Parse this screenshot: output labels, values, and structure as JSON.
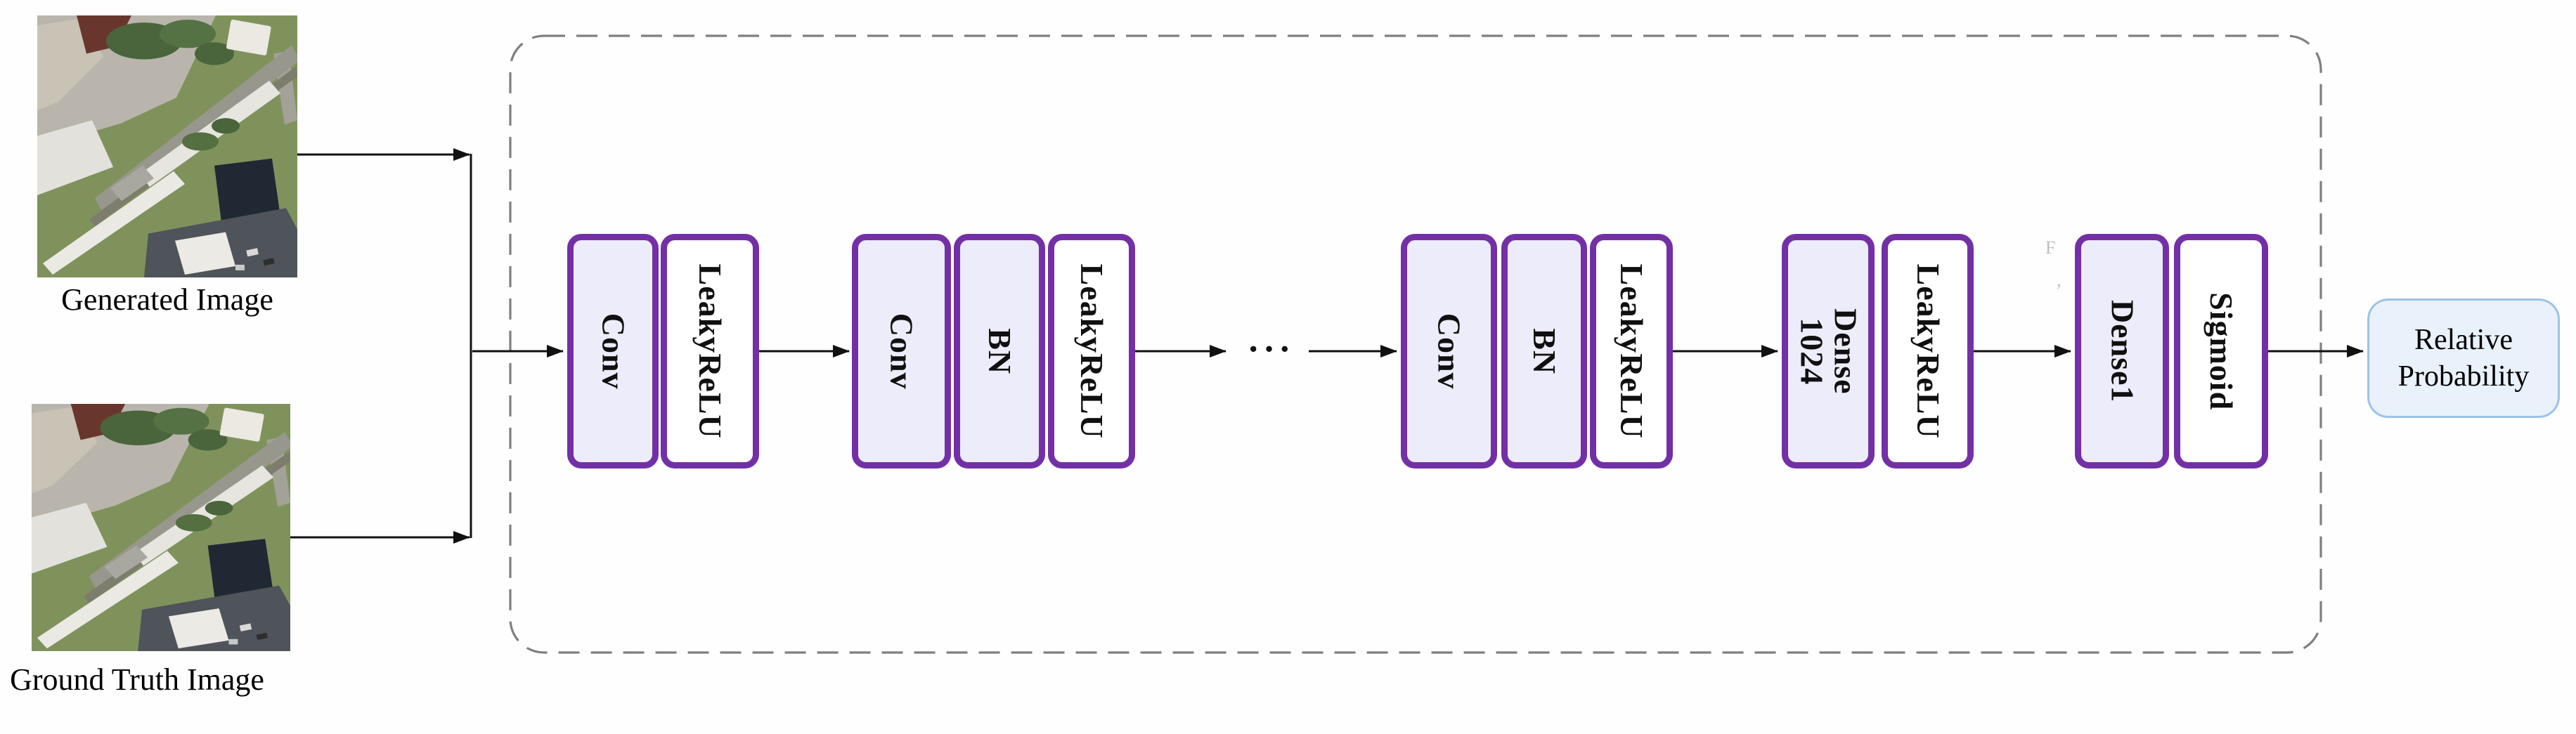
{
  "inputs": {
    "generated": {
      "label": "Generated Image"
    },
    "ground_truth": {
      "label": "Ground Truth Image"
    }
  },
  "discriminator": {
    "blocks": [
      {
        "label": "Conv"
      },
      {
        "label": "LeakyReLU"
      },
      {
        "label": "Conv"
      },
      {
        "label": "BN"
      },
      {
        "label": "LeakyReLU"
      },
      {
        "label": "Conv"
      },
      {
        "label": "BN"
      },
      {
        "label": "LeakyReLU"
      },
      {
        "label": "Dense",
        "label2": "1024"
      },
      {
        "label": "LeakyReLU"
      },
      {
        "label": "Dense1"
      },
      {
        "label": "Sigmoid"
      }
    ],
    "ellipsis": "···"
  },
  "output": {
    "line1": "Relative",
    "line2": "Probability"
  },
  "stray_marks": {
    "m1": "F",
    "m2": ","
  },
  "colors": {
    "block_border": "#7330A6",
    "block_fill": "#EDECFA",
    "activation_fill": "#FFFFFF",
    "output_fill": "#E9F1FB",
    "output_border": "#9CC3E8",
    "boundary_dash": "#7F7F7F",
    "connector": "#111111"
  }
}
